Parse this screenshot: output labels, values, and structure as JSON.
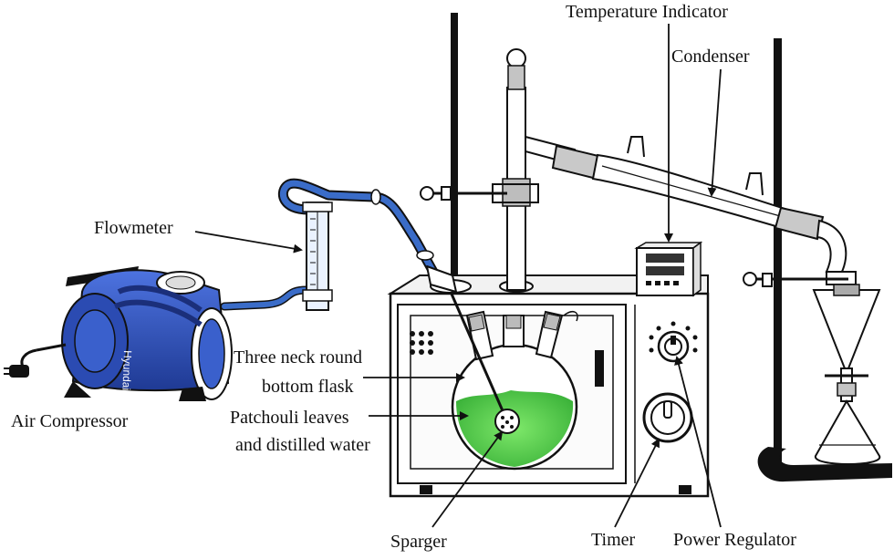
{
  "labels": {
    "temperature_indicator": "Temperature Indicator",
    "condenser": "Condenser",
    "flowmeter": "Flowmeter",
    "three_neck_flask_line1": "Three neck round",
    "three_neck_flask_line2": "bottom flask",
    "patchouli_line1": "Patchouli leaves",
    "patchouli_line2": "and distilled water",
    "air_compressor": "Air Compressor",
    "sparger": "Sparger",
    "timer": "Timer",
    "power_regulator": "Power Regulator",
    "compressor_brand": "Hyundai"
  },
  "colors": {
    "compressor_blue": "#2f4fb8",
    "tube_blue": "#3a6cc8",
    "leaves_green": "#5fd44a",
    "outline": "#111111"
  }
}
